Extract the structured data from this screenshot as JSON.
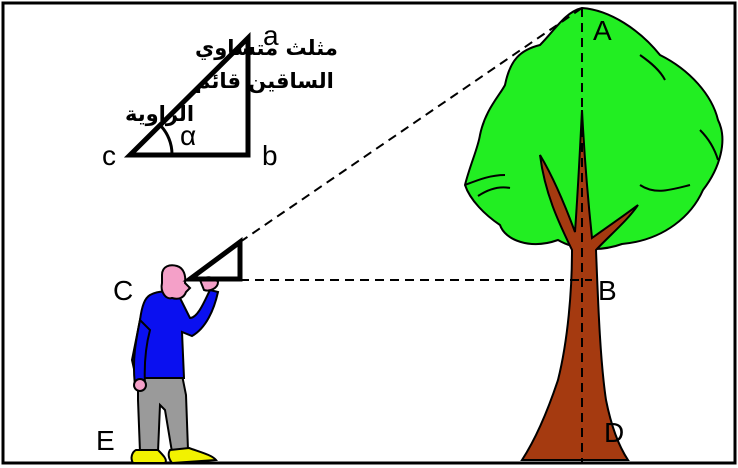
{
  "caption": {
    "line1": "مثلث متساوي",
    "line2": "الساقين قائم",
    "line3": "الزاوية"
  },
  "inset_labels": {
    "a": "a",
    "b": "b",
    "c": "c",
    "angle": "α"
  },
  "points": {
    "A": "A",
    "B": "B",
    "C": "C",
    "D": "D",
    "E": "E"
  },
  "colors": {
    "foliage": "#22ee22",
    "trunk": "#a53a10",
    "shirt": "#0a10f0",
    "pants": "#9a9a9a",
    "skin": "#f4a0c8",
    "shoes": "#f2f200",
    "lines": "#000000"
  }
}
